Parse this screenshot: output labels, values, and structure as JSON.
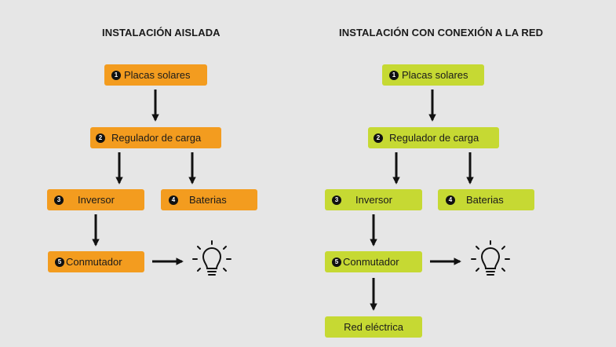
{
  "left": {
    "title": "INSTALACIÓN AISLADA",
    "items": [
      {
        "num": "1",
        "label": "Placas solares"
      },
      {
        "num": "2",
        "label": "Regulador de carga"
      },
      {
        "num": "3",
        "label": "Inversor"
      },
      {
        "num": "4",
        "label": "Baterias"
      },
      {
        "num": "5",
        "label": "Conmutador"
      }
    ]
  },
  "right": {
    "title": "INSTALACIÓN CON CONEXIÓN A LA RED",
    "items": [
      {
        "num": "1",
        "label": "Placas solares"
      },
      {
        "num": "2",
        "label": "Regulador de carga"
      },
      {
        "num": "3",
        "label": "Inversor"
      },
      {
        "num": "4",
        "label": "Baterias"
      },
      {
        "num": "5",
        "label": "Conmutador"
      },
      {
        "num": "",
        "label": "Red eléctrica"
      }
    ]
  },
  "colors": {
    "left_box": "#f39c1f",
    "right_box": "#c6d933",
    "arrow": "#111111"
  },
  "icons": {
    "output": "light-bulb-icon"
  }
}
